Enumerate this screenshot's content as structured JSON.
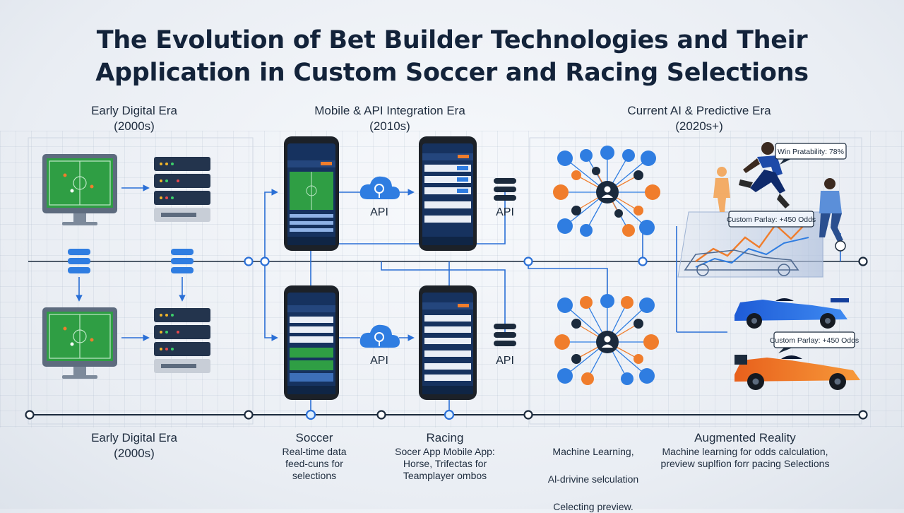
{
  "title_line1": "The Evolution of Bet Builder Technologies and Their",
  "title_line2": "Application in Custom Soccer and Racing Selections",
  "eras": {
    "early": {
      "line1": "Early Digital Era",
      "line2": "(2000s)"
    },
    "mobile": {
      "line1": "Mobile & API Integration Era",
      "line2": "(2010s)"
    },
    "ai": {
      "line1": "Current AI & Predictive Era",
      "line2": "(2020s+)"
    }
  },
  "api_label": "API",
  "callouts": {
    "win_probability": "Win Pratability: 78%",
    "parlay_top": "Custom Parlay: +450 Odds",
    "parlay_bottom": "Custom Parlay: +450 Odds"
  },
  "bottom": {
    "early": {
      "line1": "Early Digital Era",
      "line2": "(2000s)"
    },
    "soccer": {
      "heading": "Soccer",
      "l1": "Real-time data",
      "l2": "feed-cuns for",
      "l3": "selections"
    },
    "racing": {
      "heading": "Racing",
      "l1": "Socer App Mobile App:",
      "l2": "Horse, Trifectas for",
      "l3": "Teamplayer ombos"
    },
    "ml": {
      "l1": "Machine Learning,",
      "l2": "Al-drivine selculation",
      "l3": "Celecting preview."
    },
    "ar": {
      "heading": "Augmented Reality",
      "l1": "Machine learning for odds calculation,",
      "l2": "preview suplfion forr pacing Selections"
    }
  },
  "colors": {
    "line_blue": "#2a6fd6",
    "node_blue": "#2f7de1",
    "node_orange": "#f07d2c",
    "dark": "#1b2a3c",
    "pitch": "#2f9e44",
    "screen": "#16325f"
  },
  "icons": [
    "monitor-icon",
    "server-rack-icon",
    "database-icon",
    "smartphone-icon",
    "cloud-api-icon",
    "user-node-icon",
    "racing-car-icon",
    "soccer-player-icon"
  ]
}
